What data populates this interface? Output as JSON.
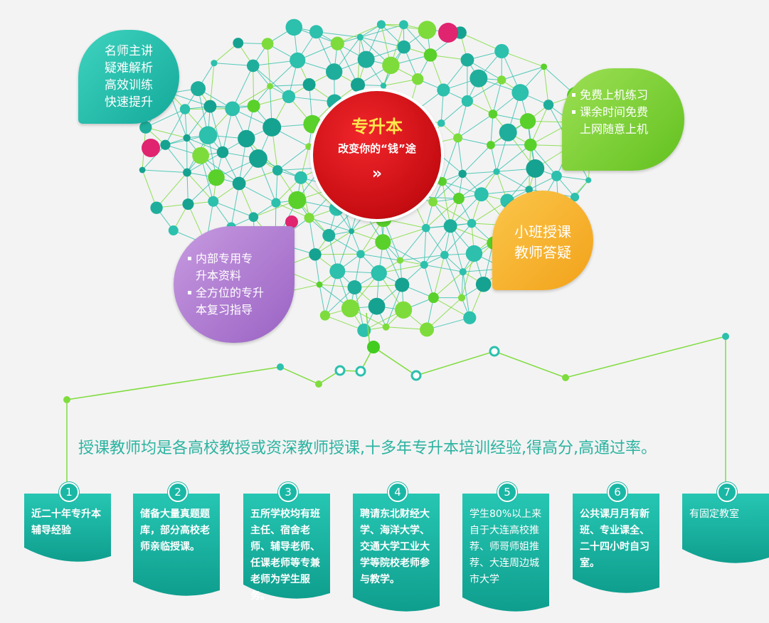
{
  "bubbles": {
    "teal": {
      "lines": [
        "名师主讲",
        "疑难解析",
        "高效训练",
        "快速提升"
      ]
    },
    "green": {
      "items": [
        {
          "lines": [
            "免费上机练习"
          ]
        },
        {
          "lines": [
            "课余时间免费",
            "上网随意上机"
          ]
        }
      ]
    },
    "orange": {
      "lines": [
        "小班授课",
        "教师答疑"
      ]
    },
    "purple": {
      "items": [
        {
          "lines": [
            "内部专用专",
            "升本资料"
          ]
        },
        {
          "lines": [
            "全方位的专升",
            "本复习指导"
          ]
        }
      ]
    }
  },
  "center": {
    "title": "专升本",
    "subtitle": "改变你的“钱”途",
    "arrow": "»"
  },
  "headline": "授课教师均是各高校教授或资深教师授课,十多年专升本培训经验,得高分,高通过率。",
  "cards": [
    {
      "num": "1",
      "text": "近二十年专升本辅导经验"
    },
    {
      "num": "2",
      "text": "储备大量真题题库，部分高校老师亲临授课。"
    },
    {
      "num": "3",
      "text": "五所学校均有班主任、宿舍老师、辅导老师、任课老师等专兼老师为学生服务。"
    },
    {
      "num": "4",
      "text": "聘请东北财经大学、海洋大学、交通大学工业大学等院校老师参与教学。"
    },
    {
      "num": "5",
      "text": "学生80%以上来自于大连高校推荐、师哥师姐推荐、大连周边城市大学"
    },
    {
      "num": "6",
      "text": "公共课月月有新班、专业课全、二十四小时自习室。"
    },
    {
      "num": "7",
      "text": "有固定教室"
    }
  ],
  "colors": {
    "teal": "#1bb7a5",
    "green": "#62c11f",
    "orange": "#f2a21a",
    "purple": "#9a63c4",
    "red": "#c70d12",
    "pink": "#e0246f",
    "headline": "#2bb3a0"
  }
}
